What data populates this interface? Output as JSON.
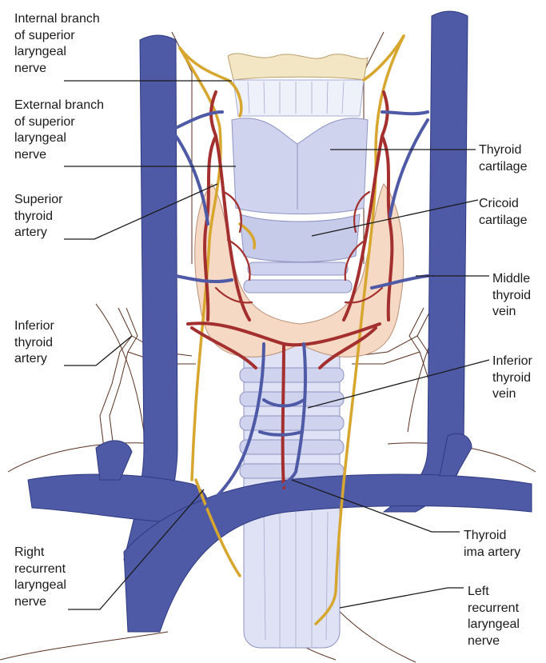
{
  "figure": {
    "colors": {
      "vein": "#4f5aa6",
      "vein_edge": "#2f3a80",
      "artery": "#a3302e",
      "nerve": "#d6a62e",
      "cartilage": "#cfd3ee",
      "cartilage_edge": "#8f93c2",
      "epiglottis": "#f3e6c4",
      "thyroid_gland": "#f5d9c4",
      "thyroid_edge": "#b98f76",
      "leader": "#1a1a1a",
      "outline": "#5a3020"
    },
    "labels": {
      "internal_branch": "Internal branch\nof superior\nlaryngeal\nnerve",
      "external_branch": "External branch\nof superior\nlaryngeal\nnerve",
      "superior_thyroid_artery": "Superior\nthyroid\nartery",
      "inferior_thyroid_artery": "Inferior\nthyroid\nartery",
      "right_recurrent": "Right\nrecurrent\nlaryngeal\nnerve",
      "thyroid_cartilage": "Thyroid\ncartilage",
      "cricoid_cartilage": "Cricoid\ncartilage",
      "middle_thyroid_vein": "Middle\nthyroid\nvein",
      "inferior_thyroid_vein": "Inferior\nthyroid\nvein",
      "thyroid_ima_artery": "Thyroid\nima artery",
      "left_recurrent": "Left\nrecurrent\nlaryngeal\nnerve"
    }
  }
}
